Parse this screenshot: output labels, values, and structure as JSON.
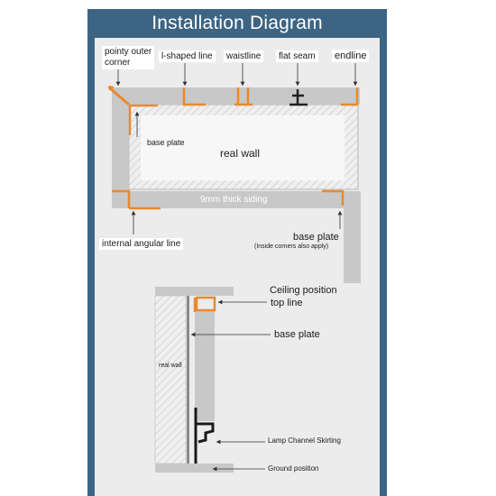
{
  "title": "Installation Diagram",
  "colors": {
    "frame": "#3d6483",
    "panel": "#ececec",
    "siding": "#c8c8c8",
    "trim": "#e88a2e",
    "wall_hatch": "#bdbdbd"
  },
  "top_diagram": {
    "labels": {
      "pointy_outer_corner": "pointy outer\ncorner",
      "l_shaped_line": "l-shaped line",
      "waistline": "waistline",
      "flat_seam": "flat seam",
      "endline": "endline",
      "base_plate_inner": "base plate",
      "real_wall": "real wall",
      "siding": "9mm thick siding",
      "base_plate_outer": "base plate",
      "inside_corners_note": "(Inside corners also apply)",
      "internal_angular_line": "internal angular line"
    }
  },
  "bottom_diagram": {
    "labels": {
      "ceiling_position": "Ceiling position",
      "top_line": "top line",
      "base_plate": "base plate",
      "real_wall": "real wall",
      "lamp_channel_skirting": "Lamp Channel Skirting",
      "ground_position": "Ground position"
    }
  }
}
